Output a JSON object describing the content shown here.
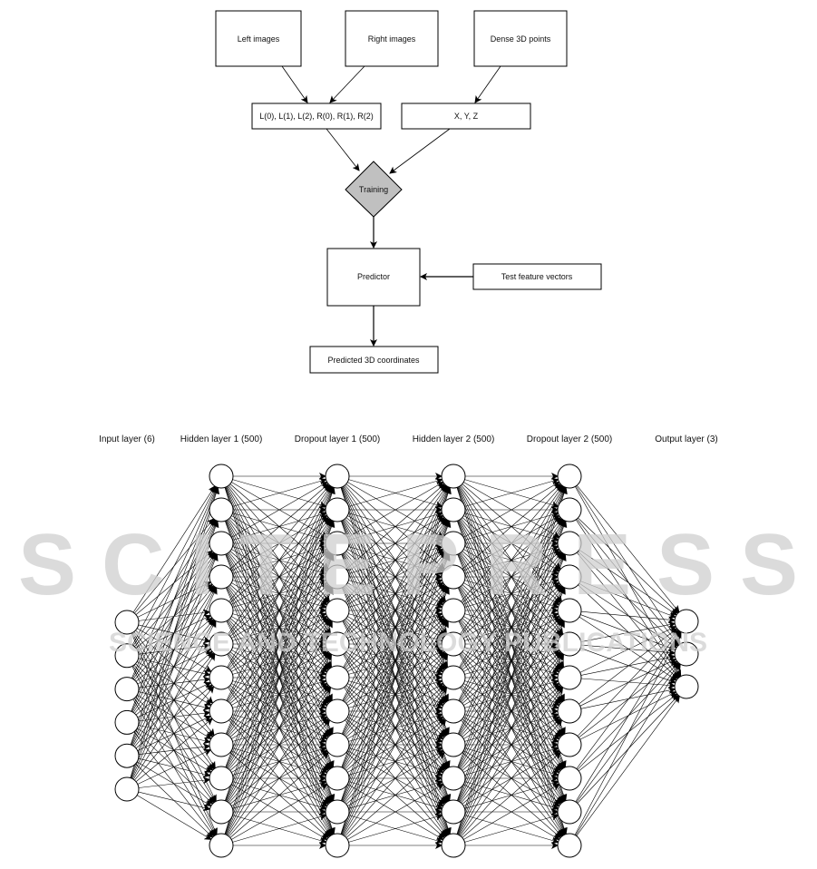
{
  "flowchart": {
    "left_images": "Left images",
    "right_images": "Right images",
    "dense_points": "Dense 3D points",
    "features": "L(0), L(1), L(2), R(0), R(1), R(2)",
    "xyz": "X, Y, Z",
    "training": "Training",
    "predictor": "Predictor",
    "test_vectors": "Test feature vectors",
    "predicted": "Predicted 3D coordinates"
  },
  "network": {
    "layers": [
      {
        "label": "Input layer (6)",
        "nodes": 6
      },
      {
        "label": "Hidden layer 1 (500)",
        "nodes": 12
      },
      {
        "label": "Dropout layer 1 (500)",
        "nodes": 12
      },
      {
        "label": "Hidden layer 2 (500)",
        "nodes": 12
      },
      {
        "label": "Dropout layer 2 (500)",
        "nodes": 12
      },
      {
        "label": "Output layer (3)",
        "nodes": 3
      }
    ]
  },
  "watermark": {
    "line1": "SCITEPRESS",
    "line2": "SCIENCE AND TECHNOLOGY PUBLICATIONS"
  },
  "colors": {
    "diamond": "#c0c0c0",
    "stroke": "#000000"
  }
}
